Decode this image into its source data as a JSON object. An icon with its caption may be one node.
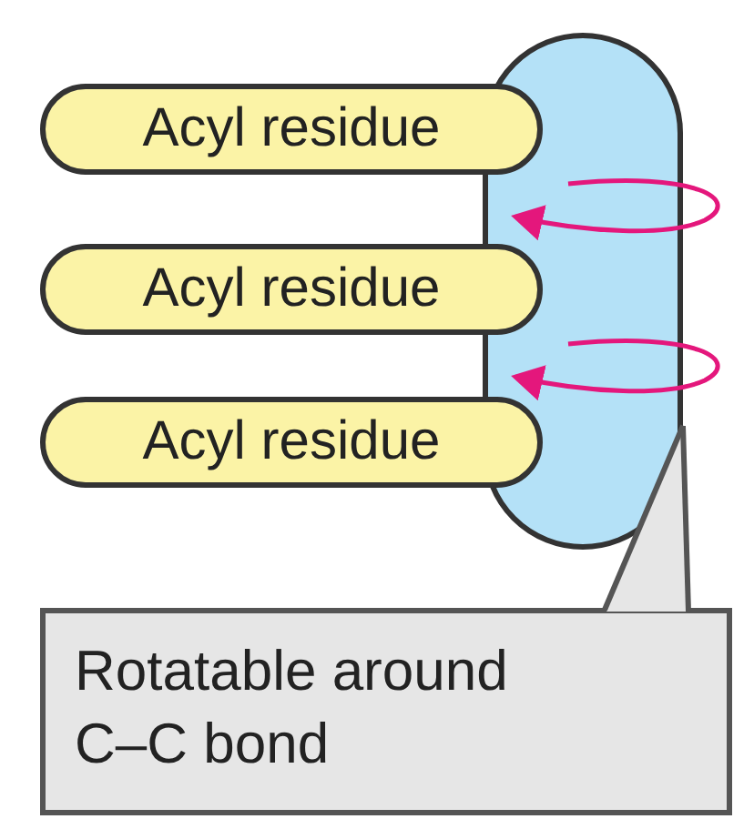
{
  "diagram": {
    "nodes": [
      {
        "text": [],
        "shape": "bar"
      },
      {
        "text": [
          "Acyl residue"
        ]
      },
      {
        "text": [
          "Acyl residue"
        ]
      },
      {
        "text": [
          "Acyl residue"
        ]
      },
      {
        "text": [
          "Rotatable around C–C bond"
        ]
      }
    ],
    "edges": [
      {
        "from": 4,
        "to": 0,
        "arrow": "none",
        "color": "#555555"
      },
      {
        "from": null,
        "to": 0,
        "arrow": "to"
      },
      {
        "from": null,
        "to": 0,
        "arrow": "to"
      }
    ]
  }
}
